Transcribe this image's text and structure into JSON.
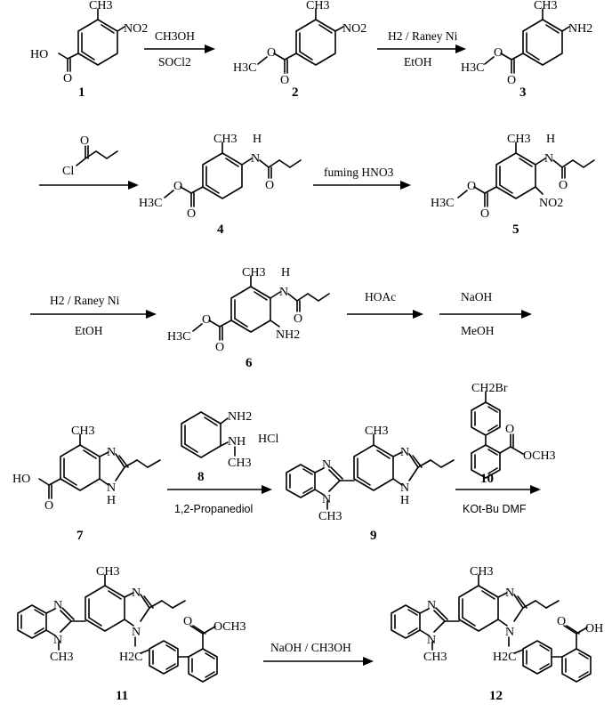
{
  "compounds": {
    "c1": {
      "number": "1",
      "labels": {
        "ch3": "CH3",
        "no2": "NO2",
        "ho": "HO",
        "o": "O"
      }
    },
    "c2": {
      "number": "2",
      "labels": {
        "ch3": "CH3",
        "no2": "NO2",
        "h3c": "H3C",
        "o": "O",
        "o2": "O"
      }
    },
    "c3": {
      "number": "3",
      "labels": {
        "ch3": "CH3",
        "nh2": "NH2",
        "h3c": "H3C",
        "o": "O",
        "o2": "O"
      }
    },
    "c4": {
      "number": "4",
      "labels": {
        "ch3": "CH3",
        "nh": "H",
        "n": "N",
        "o": "O",
        "h3c": "H3C",
        "o2": "O",
        "o3": "O"
      }
    },
    "c5": {
      "number": "5",
      "labels": {
        "ch3": "CH3",
        "nh": "H",
        "n": "N",
        "o": "O",
        "no2": "NO2",
        "h3c": "H3C",
        "o2": "O",
        "o3": "O"
      }
    },
    "c6": {
      "number": "6",
      "labels": {
        "ch3": "CH3",
        "nh": "H",
        "n": "N",
        "o": "O",
        "nh2": "NH2",
        "h3c": "H3C",
        "o2": "O",
        "o3": "O"
      }
    },
    "c7": {
      "number": "7",
      "labels": {
        "ch3": "CH3",
        "n": "N",
        "nh": "N",
        "h": "H",
        "ho": "HO",
        "o": "O"
      }
    },
    "c8": {
      "number": "8",
      "labels": {
        "nh2": "NH2",
        "nh": "NH",
        "ch3": "CH3",
        "hcl": "HCl"
      }
    },
    "c9": {
      "number": "9",
      "labels": {
        "ch3": "CH3",
        "n1": "N",
        "n2": "N",
        "n3": "N",
        "nh": "N",
        "h": "H",
        "nch3": "CH3"
      }
    },
    "c10": {
      "number": "10",
      "labels": {
        "ch2br": "CH2Br",
        "o": "O",
        "och3": "OCH3"
      }
    },
    "c11": {
      "number": "11",
      "labels": {
        "ch3": "CH3",
        "n1": "N",
        "n2": "N",
        "n3": "N",
        "n4": "N",
        "nch3": "CH3",
        "h2c": "H2C",
        "o": "O",
        "och3": "OCH3"
      }
    },
    "c12": {
      "number": "12",
      "labels": {
        "ch3": "CH3",
        "n1": "N",
        "n2": "N",
        "n3": "N",
        "n4": "N",
        "nch3": "CH3",
        "h2c": "H2C",
        "o": "O",
        "oh": "OH"
      }
    }
  },
  "reagents": {
    "step1": {
      "above": "CH3OH",
      "below": "SOCl2"
    },
    "step2": {
      "above": "H2 / Raney Ni",
      "below": "EtOH"
    },
    "step3": {
      "cl": "Cl",
      "o": "O"
    },
    "step4": {
      "above": "fuming  HNO3"
    },
    "step5": {
      "above": "H2 / Raney Ni",
      "below": "EtOH"
    },
    "step6": {
      "above": "HOAc"
    },
    "step7": {
      "above": "NaOH",
      "below": "MeOH"
    },
    "step8": {
      "below": "1,2-Propanediol"
    },
    "step9": {
      "below": "KOt-Bu   DMF"
    },
    "step10": {
      "above": "NaOH / CH3OH"
    }
  }
}
